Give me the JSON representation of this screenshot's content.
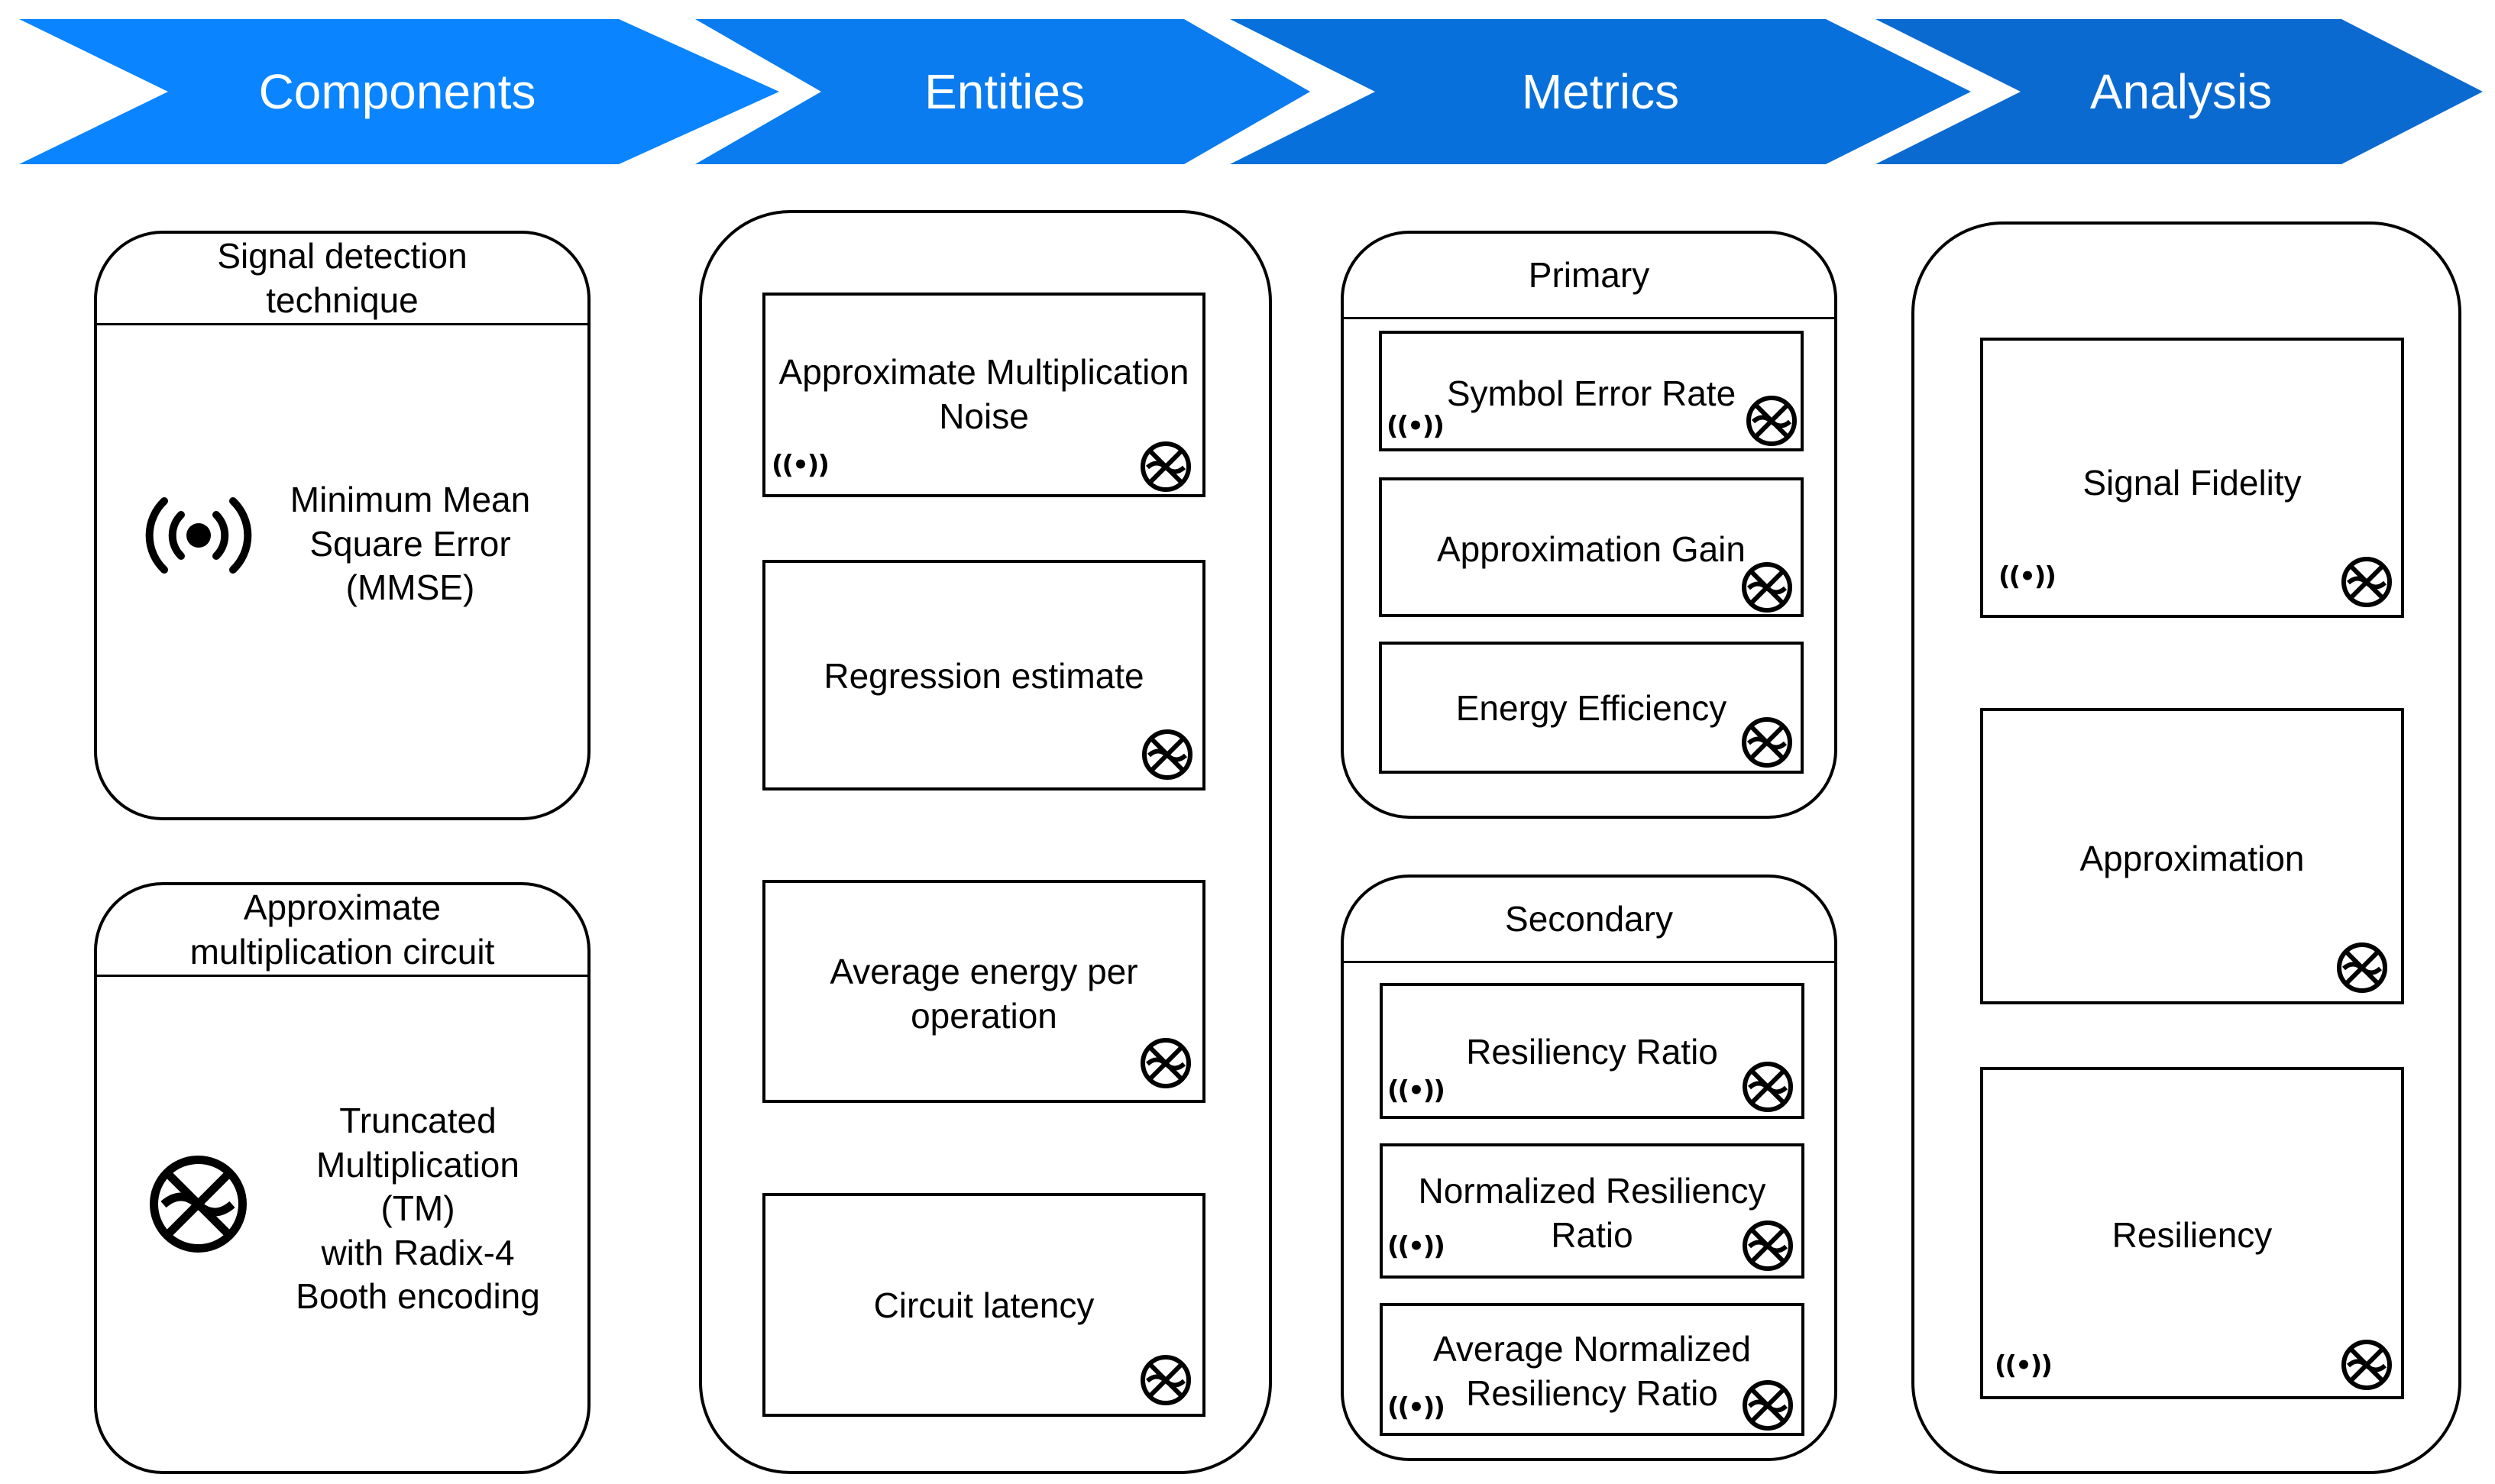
{
  "colors": {
    "arrow_1": "#0A84FF",
    "arrow_2": "#0A7CF0",
    "arrow_3": "#0870DA",
    "arrow_4": "#0B6AD0",
    "label": "#FFFFFF",
    "stroke": "#000000"
  },
  "phases": [
    {
      "label": "Components"
    },
    {
      "label": "Entities"
    },
    {
      "label": "Metrics"
    },
    {
      "label": "Analysis"
    }
  ],
  "components": {
    "detection": {
      "header": "Signal detection\ntechnique",
      "text": "Minimum Mean\nSquare Error\n(MMSE)",
      "icon": "wireless-signal-icon"
    },
    "circuit": {
      "header": "Approximate\nmultiplication circuit",
      "text": "Truncated\nMultiplication\n(TM)\nwith Radix-4\nBooth encoding",
      "icon": "multiplier-cross-icon"
    }
  },
  "entities": {
    "items": [
      {
        "label": "Approximate Multiplication\nNoise"
      },
      {
        "label": "Regression estimate"
      },
      {
        "label": "Average energy per\noperation"
      },
      {
        "label": "Circuit latency"
      }
    ]
  },
  "metrics": {
    "primary": {
      "header": "Primary",
      "items": [
        {
          "label": "Symbol Error Rate"
        },
        {
          "label": "Approximation Gain"
        },
        {
          "label": "Energy Efficiency"
        }
      ]
    },
    "secondary": {
      "header": "Secondary",
      "items": [
        {
          "label": "Resiliency Ratio"
        },
        {
          "label": "Normalized Resiliency\nRatio"
        },
        {
          "label": "Average Normalized\nResiliency Ratio"
        }
      ]
    }
  },
  "analysis": {
    "items": [
      {
        "label": "Signal Fidelity"
      },
      {
        "label": "Approximation"
      },
      {
        "label": "Resiliency"
      }
    ]
  },
  "glyphs": {
    "signal_small": "((•))",
    "signal_large": "((●))"
  }
}
